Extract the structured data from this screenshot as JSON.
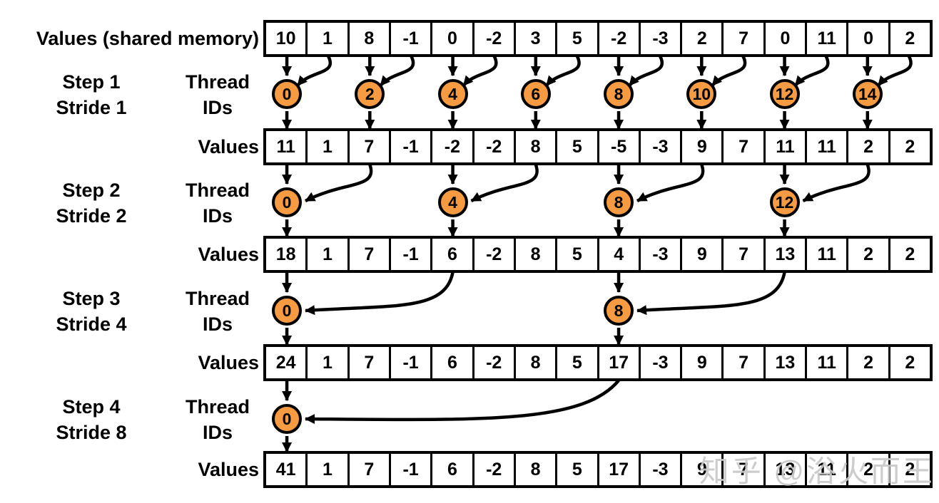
{
  "watermark": "知乎 @浴火而王",
  "colors": {
    "thread_circle_fill": "#F79B42",
    "stroke": "#000000",
    "watermark": "#C9C9C9",
    "background": "#FFFFFF"
  },
  "cells_per_row": 16,
  "value_rows": [
    {
      "label": "Values (shared memory)",
      "values": [
        10,
        1,
        8,
        -1,
        0,
        -2,
        3,
        5,
        -2,
        -3,
        2,
        7,
        0,
        11,
        0,
        2
      ]
    },
    {
      "label": "Values",
      "values": [
        11,
        1,
        7,
        -1,
        -2,
        -2,
        8,
        5,
        -5,
        -3,
        9,
        7,
        11,
        11,
        2,
        2
      ]
    },
    {
      "label": "Values",
      "values": [
        18,
        1,
        7,
        -1,
        6,
        -2,
        8,
        5,
        4,
        -3,
        9,
        7,
        13,
        11,
        2,
        2
      ]
    },
    {
      "label": "Values",
      "values": [
        24,
        1,
        7,
        -1,
        6,
        -2,
        8,
        5,
        17,
        -3,
        9,
        7,
        13,
        11,
        2,
        2
      ]
    },
    {
      "label": "Values",
      "values": [
        41,
        1,
        7,
        -1,
        6,
        -2,
        8,
        5,
        17,
        -3,
        9,
        7,
        13,
        11,
        2,
        2
      ]
    }
  ],
  "steps": [
    {
      "step_label": "Step 1",
      "stride_label": "Stride 1",
      "thread_label_line1": "Thread",
      "thread_label_line2": "IDs",
      "stride": 1,
      "threads": [
        {
          "id": "0",
          "cell": 0
        },
        {
          "id": "2",
          "cell": 2
        },
        {
          "id": "4",
          "cell": 4
        },
        {
          "id": "6",
          "cell": 6
        },
        {
          "id": "8",
          "cell": 8
        },
        {
          "id": "10",
          "cell": 10
        },
        {
          "id": "12",
          "cell": 12
        },
        {
          "id": "14",
          "cell": 14
        }
      ]
    },
    {
      "step_label": "Step 2",
      "stride_label": "Stride 2",
      "thread_label_line1": "Thread",
      "thread_label_line2": "IDs",
      "stride": 2,
      "threads": [
        {
          "id": "0",
          "cell": 0
        },
        {
          "id": "4",
          "cell": 4
        },
        {
          "id": "8",
          "cell": 8
        },
        {
          "id": "12",
          "cell": 12
        }
      ]
    },
    {
      "step_label": "Step 3",
      "stride_label": "Stride 4",
      "thread_label_line1": "Thread",
      "thread_label_line2": "IDs",
      "stride": 4,
      "threads": [
        {
          "id": "0",
          "cell": 0
        },
        {
          "id": "8",
          "cell": 8
        }
      ]
    },
    {
      "step_label": "Step 4",
      "stride_label": "Stride 8",
      "thread_label_line1": "Thread",
      "thread_label_line2": "IDs",
      "stride": 8,
      "threads": [
        {
          "id": "0",
          "cell": 0
        }
      ]
    }
  ]
}
